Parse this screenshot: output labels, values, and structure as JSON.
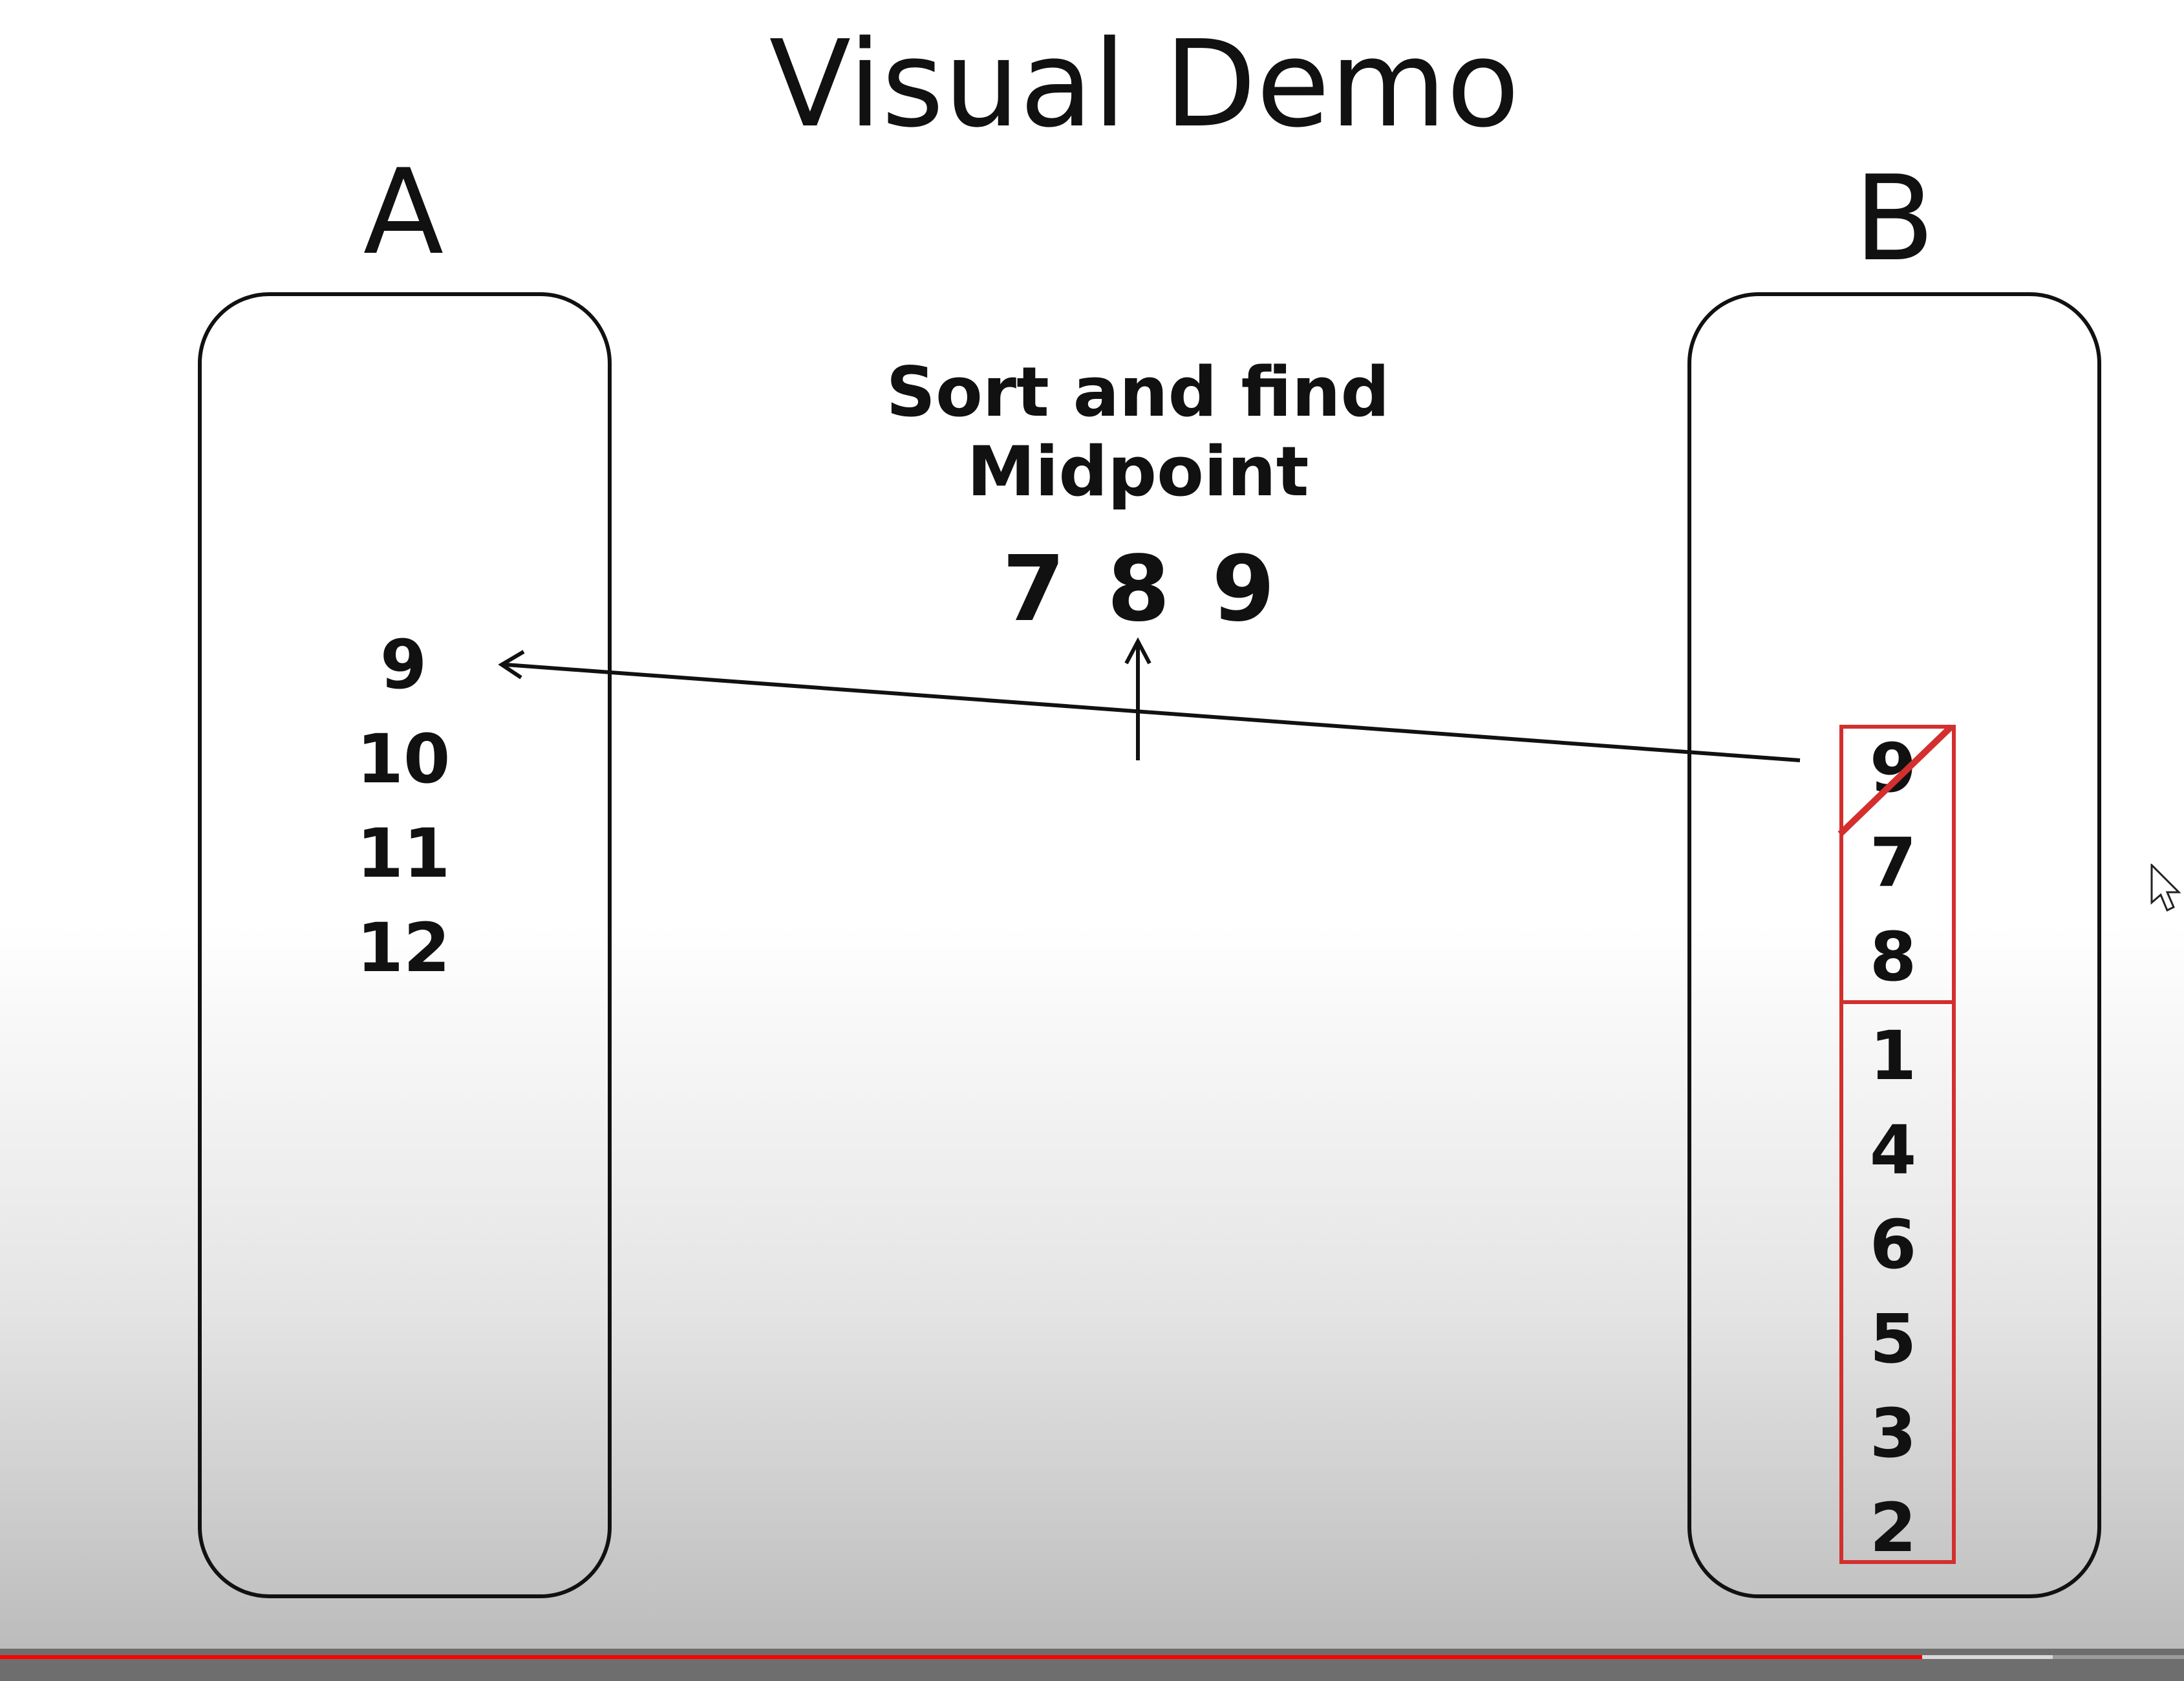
{
  "slide": {
    "title": "Visual Demo",
    "subtitle": "Sort and find Midpoint",
    "midpoint_sequence": "7 8 9",
    "group_a": {
      "label": "A",
      "values": [
        "9",
        "10",
        "11",
        "12"
      ]
    },
    "group_b": {
      "label": "B",
      "values": [
        "9",
        "7",
        "8",
        "1",
        "4",
        "6",
        "5",
        "3",
        "2"
      ],
      "crossed_out": "9"
    }
  },
  "player": {
    "progress_percent": 88,
    "buffered_percent": 94
  },
  "colors": {
    "highlight": "#d32f2f",
    "ink": "#111111",
    "progress": "#ff0000"
  }
}
